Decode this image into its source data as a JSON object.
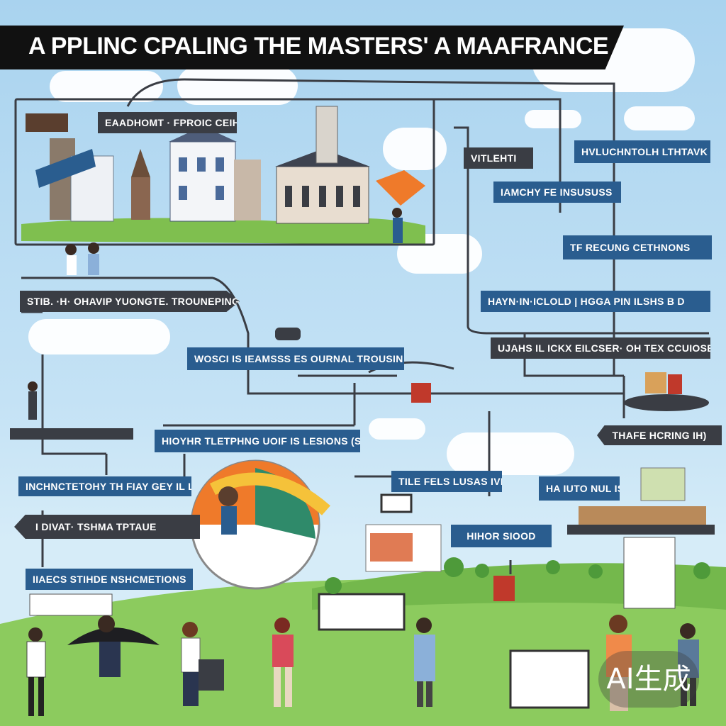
{
  "title": "A PPLINC CPALING THE MASTERS' A MAAFRANCE",
  "labels": {
    "top_left": "EAADHOMT · FPROIC CEIHNG",
    "top_mid": "VITLEHTI",
    "top_right": "HVLUCHNTOLH LTHTAVK",
    "mid_right_1": "IAMCHY FE INSUSUSS",
    "mid_right_2": "TF RECUNG CETHNONS",
    "left_mid": "STIB. ·H· OHAVIP YUONGTE. TROUNEPING",
    "right_mid": "HAYN·IN·ICLOLD | HGGA PIN ILSHS B D",
    "center_1": "WOSCI IS IEAMSSS ES OURNAL TROUSIN DIN",
    "right_lower": "UJAHS IL ICKX EILCSER· OH TEX CCUIOSEE",
    "center_2": "HIOYHR TLETPHNG UOIF IS LESIONS (SWINU",
    "right_lower_2": "THAFE HCRING IH)",
    "left_lower": "INCHNCTETOHY TH FIAY GEY IL LESKS",
    "center_small": "TILE FELS LUSAS IVD",
    "right_small": "HA IUTO NUL IS",
    "left_lower_2": "I DIVAT· TSHMA TPTAUE",
    "center_low": "HIHOR SIOOD",
    "left_bottom": "IIAECS STIHDE NSHCMETIONS"
  },
  "badge": "AI生成",
  "colors": {
    "label_blue": "#2a5d8f",
    "label_dark": "#3a3d44",
    "grass": "#8ccb5e",
    "sky": "#b8dcf2"
  }
}
